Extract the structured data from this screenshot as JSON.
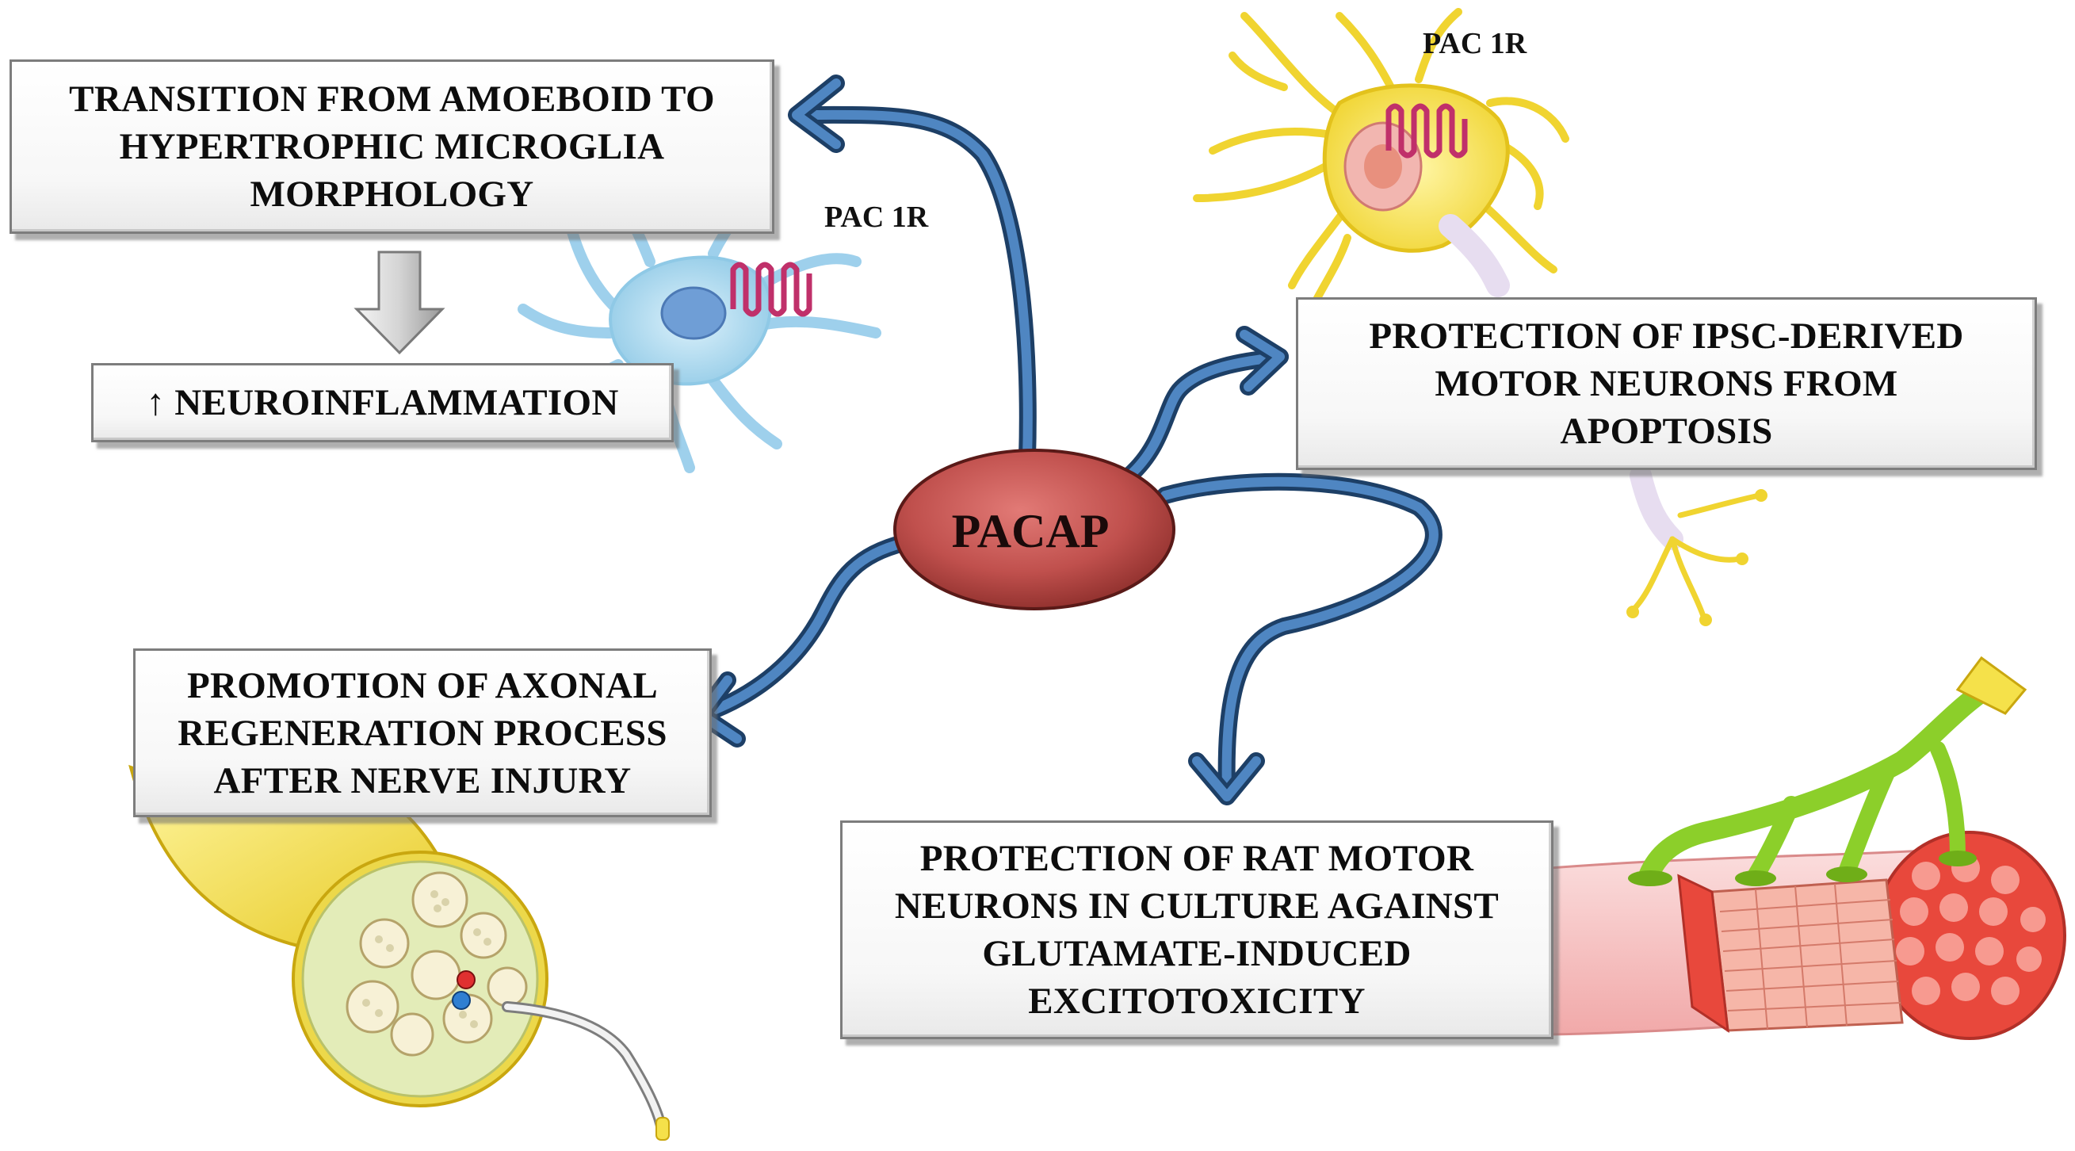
{
  "center": {
    "label": "PACAP"
  },
  "receptor_label": "PAC 1R",
  "boxes": {
    "microglia": "TRANSITION FROM AMOEBOID TO\nHYPERTROPHIC MICROGLIA\nMORPHOLOGY",
    "neuroinflammation": "↑ NEUROINFLAMMATION",
    "ipsc": "PROTECTION OF IPSC-DERIVED\nMOTOR NEURONS FROM\nAPOPTOSIS",
    "axonal": "PROMOTION OF  AXONAL\nREGENERATION PROCESS\nAFTER NERVE INJURY",
    "rat": "PROTECTION OF RAT MOTOR\nNEURONS IN CULTURE AGAINST\nGLUTAMATE-INDUCED\nEXCITOTOXICITY"
  },
  "colors": {
    "pacap_fill": "#c0504d",
    "arrow": "#2e5a8c",
    "microglia": "#a8d8ee",
    "neuron": "#f5e14a",
    "receptor": "#c0306a",
    "muscle": "#e8483c",
    "nerve": "#f5e14a"
  },
  "icons": [
    "microglia-cell-icon",
    "motor-neuron-icon",
    "nerve-cross-section-icon",
    "muscle-fiber-icon",
    "down-arrow-icon"
  ]
}
